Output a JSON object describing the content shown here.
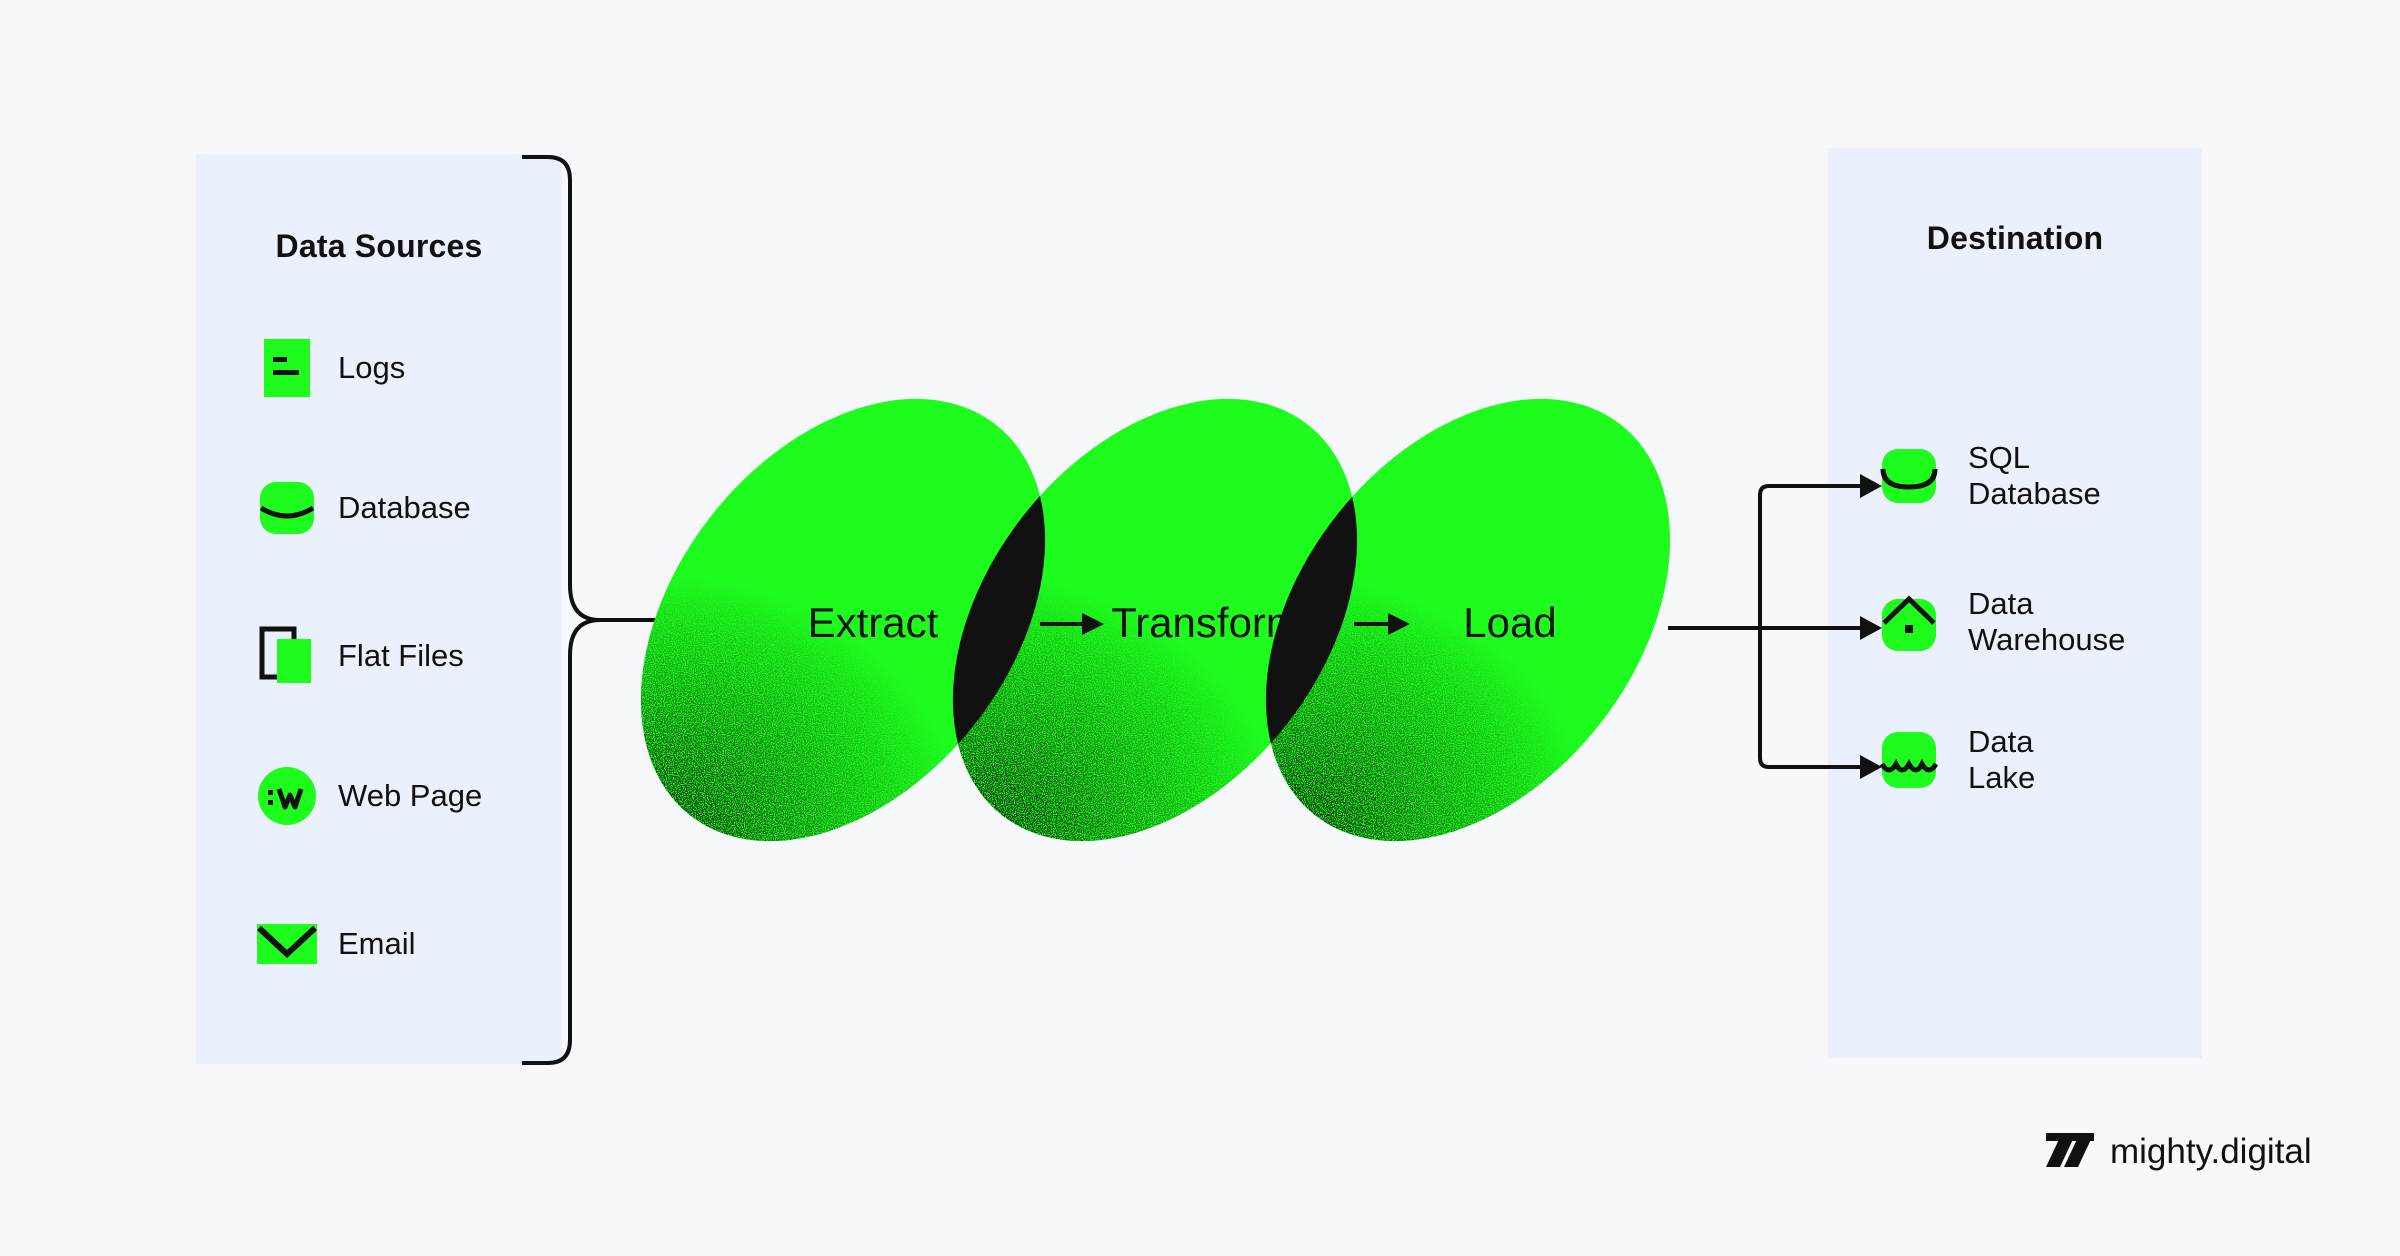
{
  "colors": {
    "accent": "#1efc1e",
    "ink": "#111111",
    "panel": "#eaf0fc",
    "background": "#f6f8fc"
  },
  "sources": {
    "title": "Data Sources",
    "items": [
      {
        "label": "Logs",
        "icon": "logs-icon"
      },
      {
        "label": "Database",
        "icon": "database-icon"
      },
      {
        "label": "Flat Files",
        "icon": "flat-files-icon"
      },
      {
        "label": "Web Page",
        "icon": "web-page-icon"
      },
      {
        "label": "Email",
        "icon": "email-icon"
      }
    ]
  },
  "pipeline": {
    "stages": [
      {
        "label": "Extract"
      },
      {
        "label": "Transform"
      },
      {
        "label": "Load"
      }
    ]
  },
  "destination": {
    "title": "Destination",
    "items": [
      {
        "line1": "SQL",
        "line2": "Database",
        "icon": "sql-database-icon"
      },
      {
        "line1": "Data",
        "line2": "Warehouse",
        "icon": "data-warehouse-icon"
      },
      {
        "line1": "Data",
        "line2": "Lake",
        "icon": "data-lake-icon"
      }
    ]
  },
  "brand": {
    "name": "mighty.digital",
    "icon": "mighty-digital-logo"
  }
}
